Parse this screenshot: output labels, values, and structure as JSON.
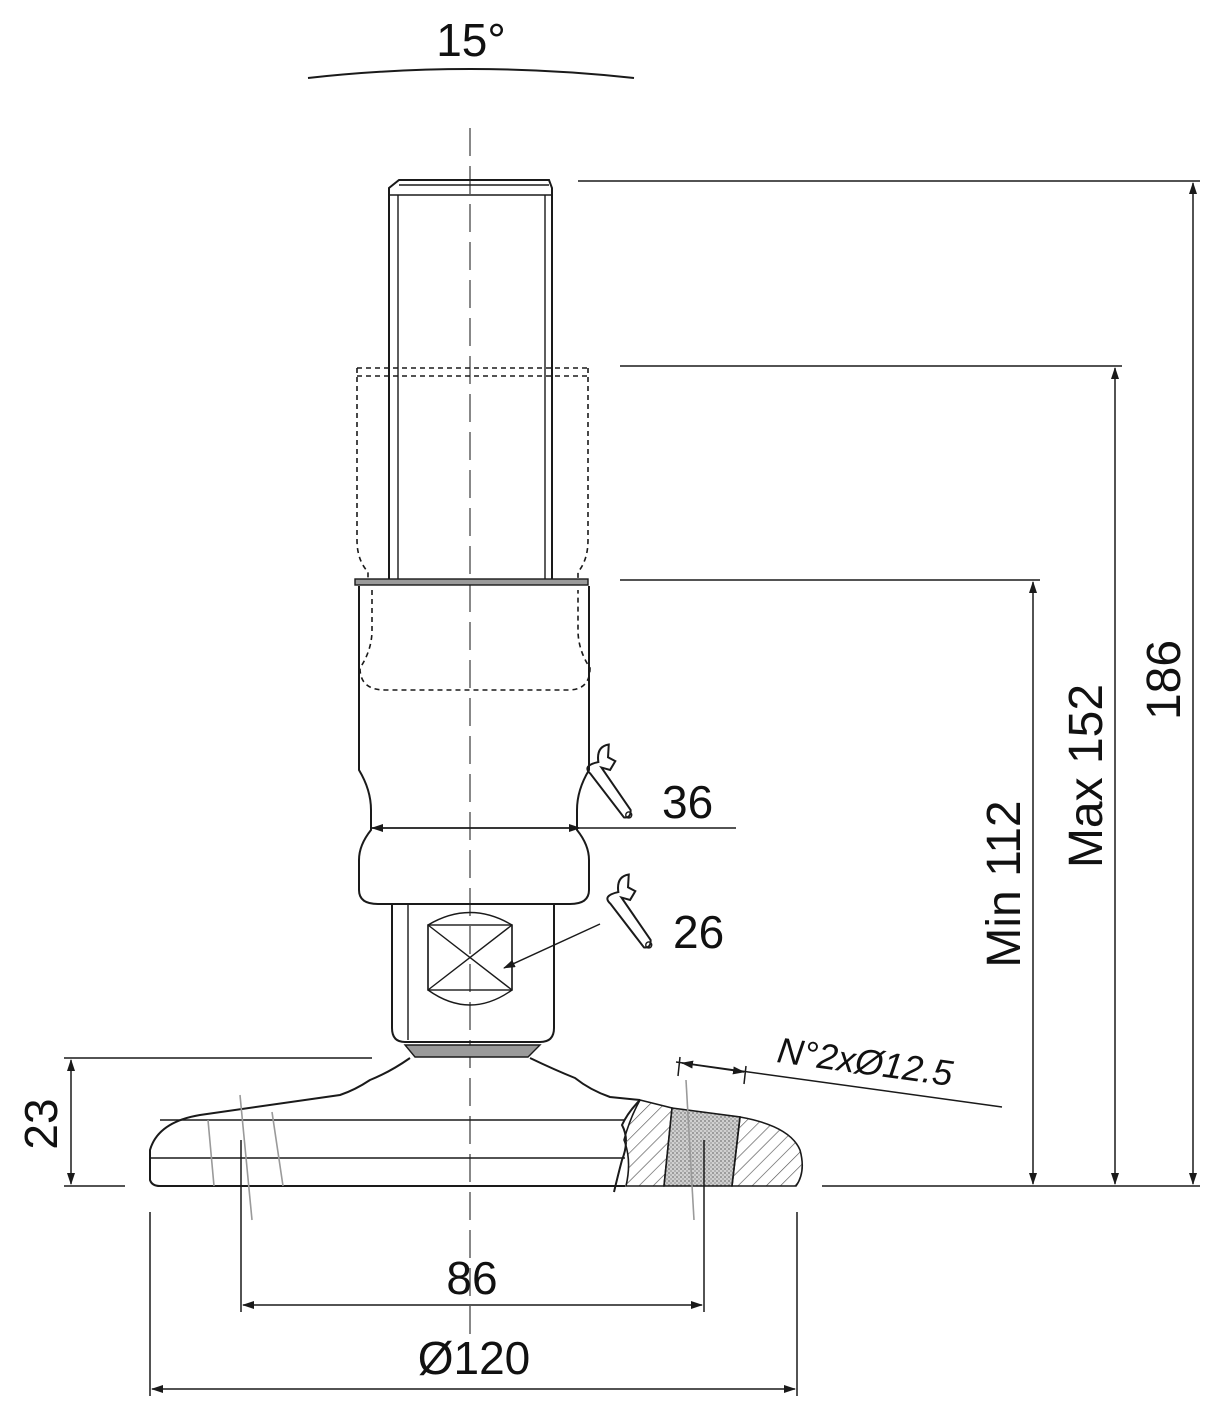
{
  "drawing": {
    "angle_label": "15°",
    "wrench_large_label": "36",
    "wrench_small_label": "26",
    "holes_label": "N°2xØ12.5",
    "height_base_label": "23",
    "hole_spacing_label": "86",
    "base_diameter_label": "Ø120",
    "min_height_label": "Min 112",
    "max_height_label": "Max 152",
    "total_height_label": "186",
    "icons": [
      "wrench-icon",
      "wrench-icon"
    ],
    "colors": {
      "line": "#1a1a1a",
      "centerline": "#888888",
      "hatch_fill": "#c8c8c8"
    }
  }
}
